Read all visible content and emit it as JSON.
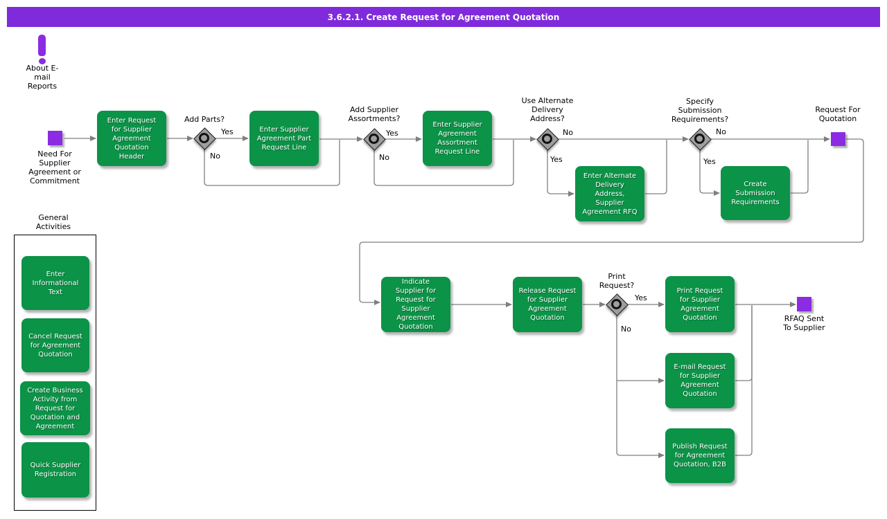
{
  "header": {
    "title": "3.6.2.1. Create Request for Agreement Quotation"
  },
  "colors": {
    "header_purple": "#7f2bdc",
    "task_green": "#0b9347",
    "event_purple": "#8b2be2",
    "gateway_gray": "#9e9e9e",
    "line_gray": "#7f7f7f"
  },
  "note": {
    "icon": "exclamation-icon",
    "label": "About E-\nmail\nReports"
  },
  "events": {
    "start": {
      "label": "Need For\nSupplier\nAgreement or\nCommitment"
    },
    "rfq": {
      "label": "Request For\nQuotation"
    },
    "sent": {
      "label": "RFAQ Sent\nTo Supplier"
    }
  },
  "gateways": {
    "add_parts": {
      "question": "Add Parts?",
      "yes": "Yes",
      "no": "No"
    },
    "assortments": {
      "question": "Add Supplier\nAssortments?",
      "yes": "Yes",
      "no": "No"
    },
    "alt_address": {
      "question": "Use Alternate\nDelivery\nAddress?",
      "yes": "Yes",
      "no": "No"
    },
    "submission": {
      "question": "Specify\nSubmission\nRequirements?",
      "yes": "Yes",
      "no": "No"
    },
    "print": {
      "question": "Print\nRequest?",
      "yes": "Yes",
      "no": "No"
    }
  },
  "tasks": {
    "enter_request_header": "Enter Request\nfor Supplier\nAgreement\nQuotation\nHeader",
    "enter_part_request_line": "Enter Supplier\nAgreement Part\nRequest Line",
    "enter_assortment_request_line": "Enter Supplier\nAgreement\nAssortment\nRequest Line",
    "enter_alternate_delivery": "Enter Alternate\nDelivery\nAddress,\nSupplier\nAgreement RFQ",
    "create_submission_requirements": "Create\nSubmission\nRequirements",
    "indicate_supplier": "Indicate\nSupplier for\nRequest for\nSupplier\nAgreement\nQuotation",
    "release_request": "Release Request\nfor Supplier\nAgreement\nQuotation",
    "print_request": "Print Request\nfor Supplier\nAgreement\nQuotation",
    "email_request": "E-mail Request\nfor Supplier\nAgreement\nQuotation",
    "publish_request": "Publish Request\nfor Agreement\nQuotation, B2B"
  },
  "sidebar": {
    "title": "General\nActivities",
    "items": [
      {
        "label": "Enter\nInformational\nText"
      },
      {
        "label": "Cancel Request\nfor Agreement\nQuotation"
      },
      {
        "label": "Create Business\nActivity from\nRequest for\nQuotation and\nAgreement"
      },
      {
        "label": "Quick Supplier\nRegistration"
      }
    ]
  }
}
